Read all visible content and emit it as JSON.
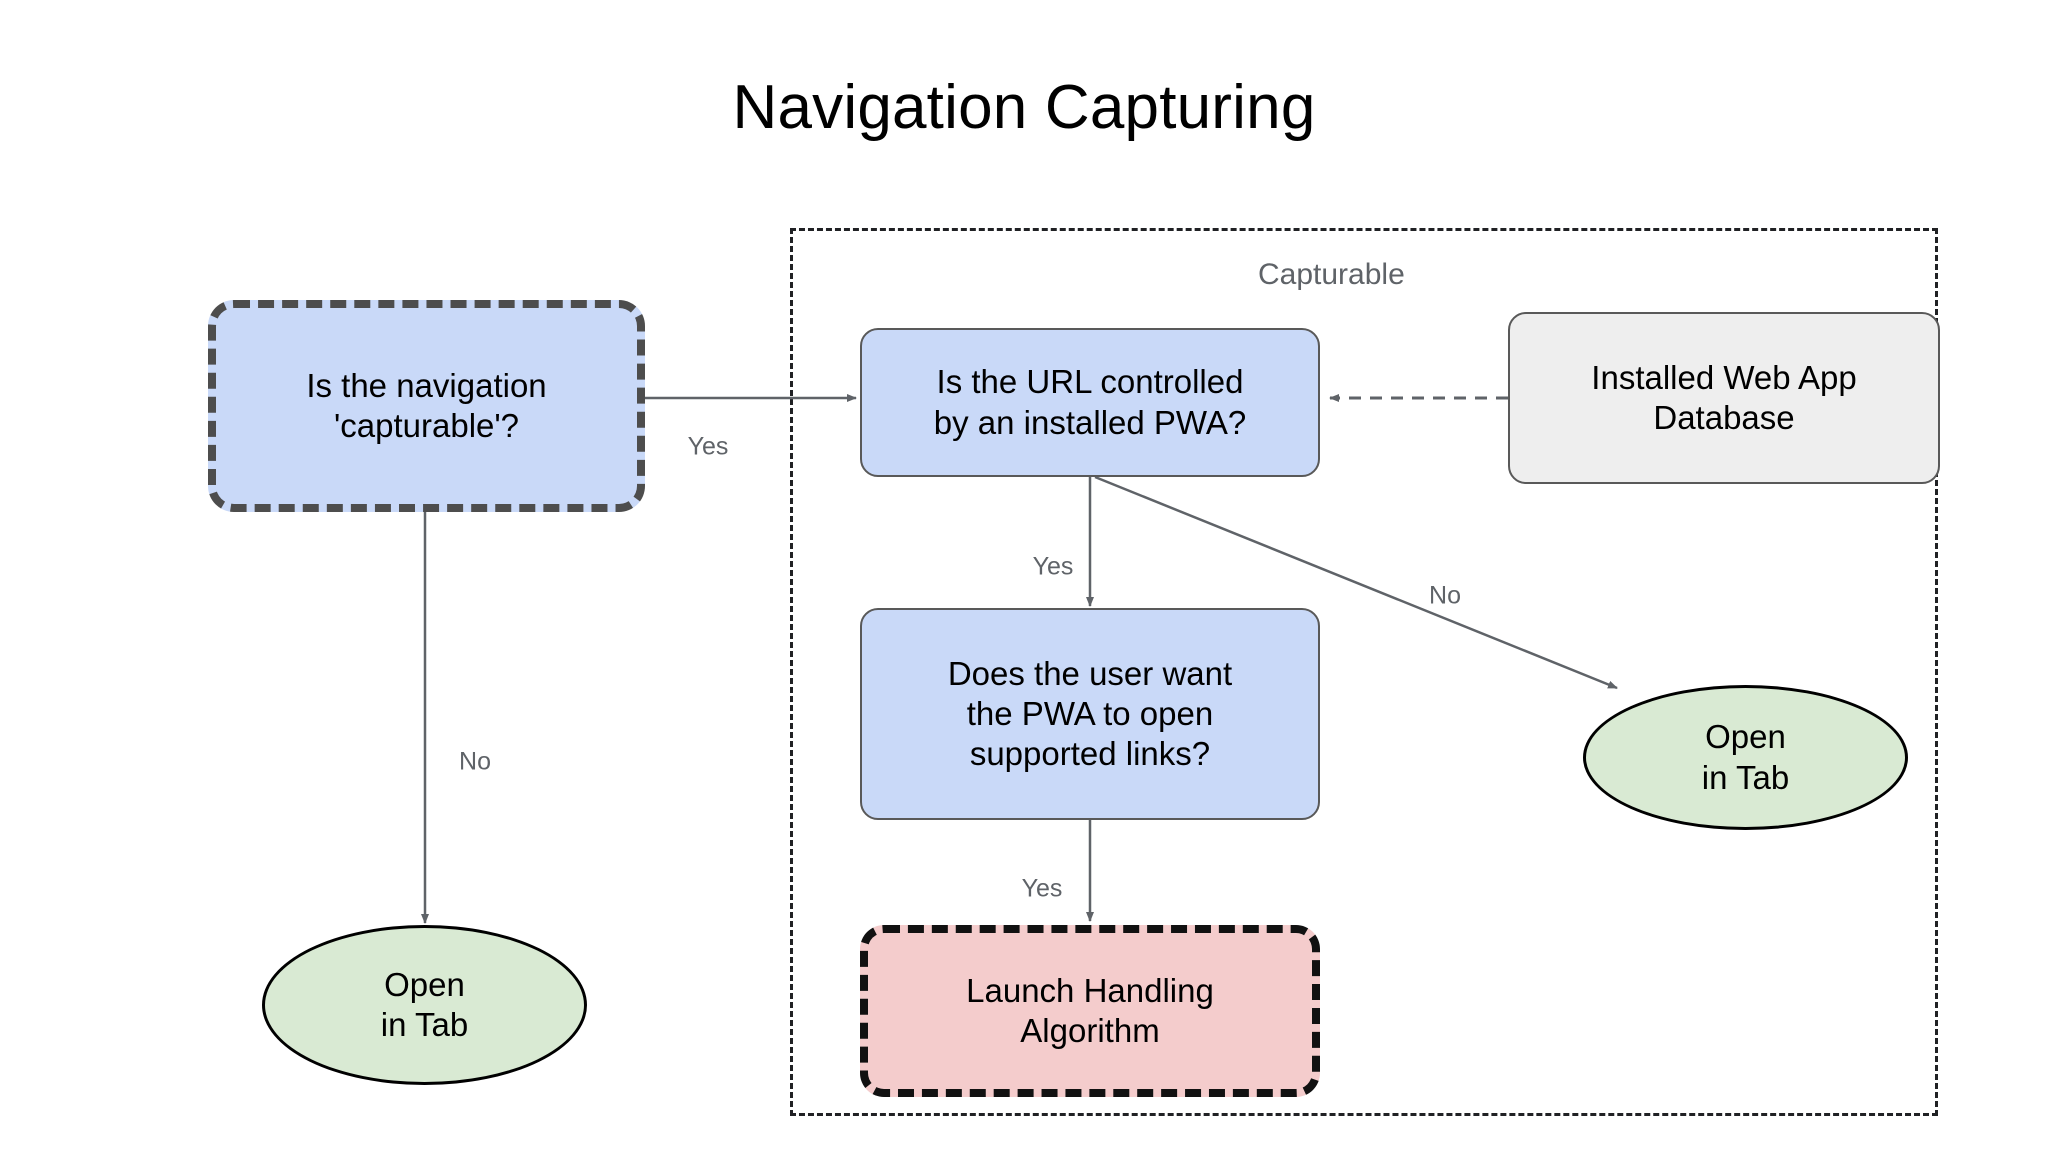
{
  "page": {
    "title": "Navigation Capturing",
    "background": "#ffffff"
  },
  "group": {
    "label": "Capturable",
    "border_style": "dashed",
    "border_color": "#202124"
  },
  "colors": {
    "decision_fill": "#c9d9f8",
    "datastore_fill": "#eeeeee",
    "terminal_fill": "#d9ead3",
    "algorithm_fill": "#f4cccc",
    "edge_stroke": "#5f6368",
    "label_text": "#5f6368",
    "title_text": "#000000"
  },
  "nodes": {
    "is_capturable": {
      "label": "Is the navigation\n'capturable'?",
      "shape": "rounded-rect",
      "style": "blue-dashed"
    },
    "is_url_controlled": {
      "label": "Is the URL controlled\nby an installed PWA?",
      "shape": "rounded-rect",
      "style": "blue"
    },
    "installed_web_app_database": {
      "label": "Installed Web App\nDatabase",
      "shape": "rounded-rect",
      "style": "gray"
    },
    "does_user_want": {
      "label": "Does the user want\nthe PWA to open\nsupported links?",
      "shape": "rounded-rect",
      "style": "blue"
    },
    "launch_handling_algorithm": {
      "label": "Launch Handling\nAlgorithm",
      "shape": "rounded-rect",
      "style": "pink-dashed"
    },
    "open_in_tab_left": {
      "label": "Open\nin Tab",
      "shape": "ellipse",
      "style": "green"
    },
    "open_in_tab_right": {
      "label": "Open\nin Tab",
      "shape": "ellipse",
      "style": "green"
    }
  },
  "edges": [
    {
      "id": "capturable-yes",
      "from": "is_capturable",
      "to": "is_url_controlled",
      "label": "Yes",
      "style": "solid"
    },
    {
      "id": "capturable-no",
      "from": "is_capturable",
      "to": "open_in_tab_left",
      "label": "No",
      "style": "solid"
    },
    {
      "id": "url-yes",
      "from": "is_url_controlled",
      "to": "does_user_want",
      "label": "Yes",
      "style": "solid"
    },
    {
      "id": "url-no",
      "from": "is_url_controlled",
      "to": "open_in_tab_right",
      "label": "No",
      "style": "solid"
    },
    {
      "id": "user-yes",
      "from": "does_user_want",
      "to": "launch_handling_algorithm",
      "label": "Yes",
      "style": "solid"
    },
    {
      "id": "db-lookup",
      "from": "installed_web_app_database",
      "to": "is_url_controlled",
      "label": "",
      "style": "dashed"
    }
  ]
}
